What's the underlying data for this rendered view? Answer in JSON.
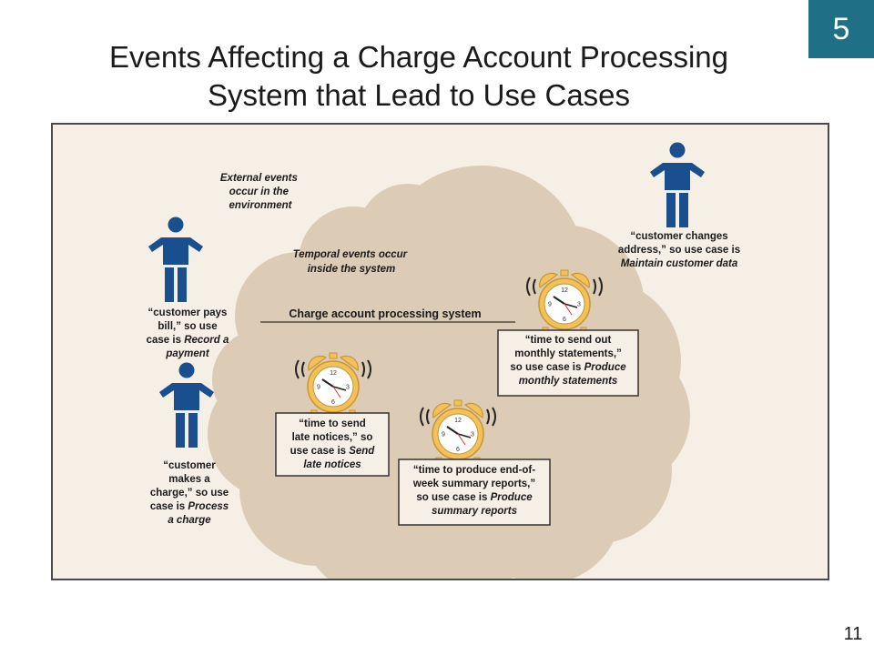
{
  "chapter_number": "5",
  "title": {
    "line1": "Events Affecting a Charge Account Processing",
    "line2": "System that Lead to Use Cases"
  },
  "page_number": "11",
  "colors": {
    "badge": "#1f6f86",
    "cloud": "#dccbb5",
    "background": "#f5efe6",
    "person": "#1a4f8f",
    "clock_bell": "#f3c15c"
  },
  "diagram": {
    "external_events_label": [
      "External events",
      "occur in the",
      "environment"
    ],
    "temporal_events_label": [
      "Temporal events occur",
      "inside the system"
    ],
    "system_label": "Charge account processing system",
    "actors": [
      {
        "id": "customer-pays-bill",
        "icon": "person-icon",
        "lines": [
          {
            "text": "“customer pays"
          },
          {
            "text": "bill,” so use"
          },
          {
            "text": "case is ",
            "italic": "Record a"
          },
          {
            "text": "",
            "italic": "payment"
          }
        ]
      },
      {
        "id": "customer-makes-charge",
        "icon": "person-icon",
        "lines": [
          {
            "text": "“customer"
          },
          {
            "text": "makes a"
          },
          {
            "text": "charge,” so use"
          },
          {
            "text": "case is ",
            "italic": "Process"
          },
          {
            "text": "",
            "italic": "a charge"
          }
        ]
      },
      {
        "id": "customer-changes-address",
        "icon": "person-icon",
        "lines": [
          {
            "text": "“customer changes"
          },
          {
            "text": "address,” so use case is"
          },
          {
            "text": "",
            "italic": "Maintain customer data"
          }
        ]
      }
    ],
    "temporal": [
      {
        "id": "send-late-notices",
        "icon": "alarm-clock-icon",
        "lines": [
          {
            "text": "“time to send"
          },
          {
            "text": "late notices,” so"
          },
          {
            "text": "use case is ",
            "italic": "Send"
          },
          {
            "text": "",
            "italic": "late notices"
          }
        ]
      },
      {
        "id": "produce-summary-reports",
        "icon": "alarm-clock-icon",
        "lines": [
          {
            "text": "“time to produce end-of-"
          },
          {
            "text": "week summary reports,”"
          },
          {
            "text": "so use case is ",
            "italic": "Produce"
          },
          {
            "text": "",
            "italic": "summary reports"
          }
        ]
      },
      {
        "id": "produce-monthly-statements",
        "icon": "alarm-clock-icon",
        "lines": [
          {
            "text": "“time to send out"
          },
          {
            "text": "monthly statements,”"
          },
          {
            "text": "so use case is ",
            "italic": "Produce"
          },
          {
            "text": "",
            "italic": "monthly statements"
          }
        ]
      }
    ],
    "clock_numerals": [
      "12",
      "3",
      "6",
      "9"
    ]
  }
}
